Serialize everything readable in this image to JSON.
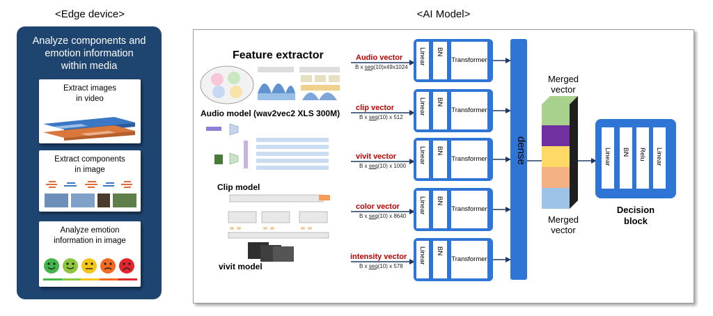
{
  "headers": {
    "edge": "<Edge device>",
    "ai": "<AI Model>"
  },
  "edge": {
    "title_lines": [
      "Analyze components and",
      "emotion information",
      "within media"
    ],
    "cards": [
      {
        "lines": [
          "Extract images",
          "in video"
        ]
      },
      {
        "lines": [
          "Extract components",
          "in image"
        ]
      },
      {
        "lines": [
          "Analyze emotion",
          "information in image"
        ]
      }
    ]
  },
  "extractor": {
    "title": "Feature extractor",
    "audio_caption": "Audio model (wav2vec2  XLS 300M)",
    "clip_caption": "Clip model",
    "vivit_caption": "vivit model"
  },
  "vectors": [
    {
      "label": "Audio vector",
      "shape_prefix": "B x ",
      "shape_seq": "seq",
      "shape_suffix": "(10)x49x1024"
    },
    {
      "label": "clip vector",
      "shape_prefix": "B x ",
      "shape_seq": "seq",
      "shape_suffix": "(10) x 512"
    },
    {
      "label": "vivit vector",
      "shape_prefix": "B x ",
      "shape_seq": "seq",
      "shape_suffix": "(10) x 1000"
    },
    {
      "label": "color vector",
      "shape_prefix": "B x ",
      "shape_seq": "seq",
      "shape_suffix": "(10) x 8640"
    },
    {
      "label": "intensity vector",
      "shape_prefix": "B x ",
      "shape_seq": "seq",
      "shape_suffix": "(10) x 578"
    }
  ],
  "block_labels": {
    "linear": "Linear",
    "bn": "BN",
    "transformer": "Transformer"
  },
  "dense": "dense",
  "merged_top": [
    "Merged",
    "vector"
  ],
  "merged_bottom": [
    "Merged",
    "vector"
  ],
  "merged_colors": [
    "#a9d18e",
    "#7030a0",
    "#ffd966",
    "#f4b183",
    "#9dc3e6"
  ],
  "decision": {
    "layers": [
      "Linear",
      "BN",
      "Relu",
      "Linear"
    ],
    "title": [
      "Decision",
      "block"
    ]
  },
  "emotion_colors": [
    "#43b64a",
    "#8cc63f",
    "#f5c518",
    "#f26b21",
    "#e3262d"
  ]
}
